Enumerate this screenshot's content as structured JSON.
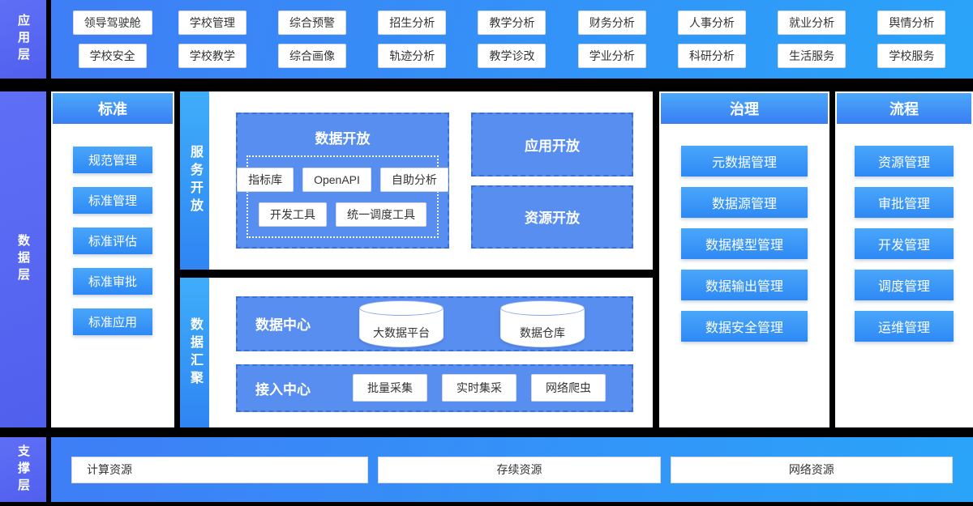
{
  "colors": {
    "page_bg": "#000000",
    "band_gradient_start": "#3e7ef6",
    "band_gradient_end": "#2aa4f9",
    "sidebar_purple": "#5767f2",
    "dashed_box_fill": "#588ef0",
    "dashed_box_border": "#3a70dc",
    "blue_button_start": "#4aa6f9",
    "blue_button_end": "#2e89f5"
  },
  "app_layer": {
    "label": "应用层",
    "row1": [
      "领导驾驶舱",
      "学校管理",
      "综合预警",
      "招生分析",
      "教学分析",
      "财务分析",
      "人事分析",
      "就业分析",
      "舆情分析"
    ],
    "row2": [
      "学校安全",
      "学校教学",
      "综合画像",
      "轨迹分析",
      "教学诊改",
      "学业分析",
      "科研分析",
      "生活服务",
      "学校服务"
    ]
  },
  "data_layer": {
    "label": "数据层",
    "standard": {
      "title": "标准",
      "items": [
        "规范管理",
        "标准管理",
        "标准评估",
        "标准审批",
        "标准应用"
      ]
    },
    "services": {
      "title": "服务开放",
      "data_open": {
        "title": "数据开放",
        "row1": [
          "指标库",
          "OpenAPI",
          "自助分析"
        ],
        "row2": [
          "开发工具",
          "统一调度工具"
        ]
      },
      "app_open": "应用开放",
      "resource_open": "资源开放"
    },
    "gather": {
      "title": "数据汇聚",
      "data_center": {
        "label": "数据中心",
        "stores": [
          "大数据平台",
          "数据仓库"
        ]
      },
      "access_center": {
        "label": "接入中心",
        "items": [
          "批量采集",
          "实时集采",
          "网络爬虫"
        ]
      }
    },
    "governance": {
      "title": "治理",
      "items": [
        "元数据管理",
        "数据源管理",
        "数据模型管理",
        "数据输出管理",
        "数据安全管理"
      ]
    },
    "process": {
      "title": "流程",
      "items": [
        "资源管理",
        "审批管理",
        "开发管理",
        "调度管理",
        "运维管理"
      ]
    }
  },
  "support_layer": {
    "label": "支撑层",
    "items": [
      "计算资源",
      "存续资源",
      "网络资源"
    ]
  }
}
